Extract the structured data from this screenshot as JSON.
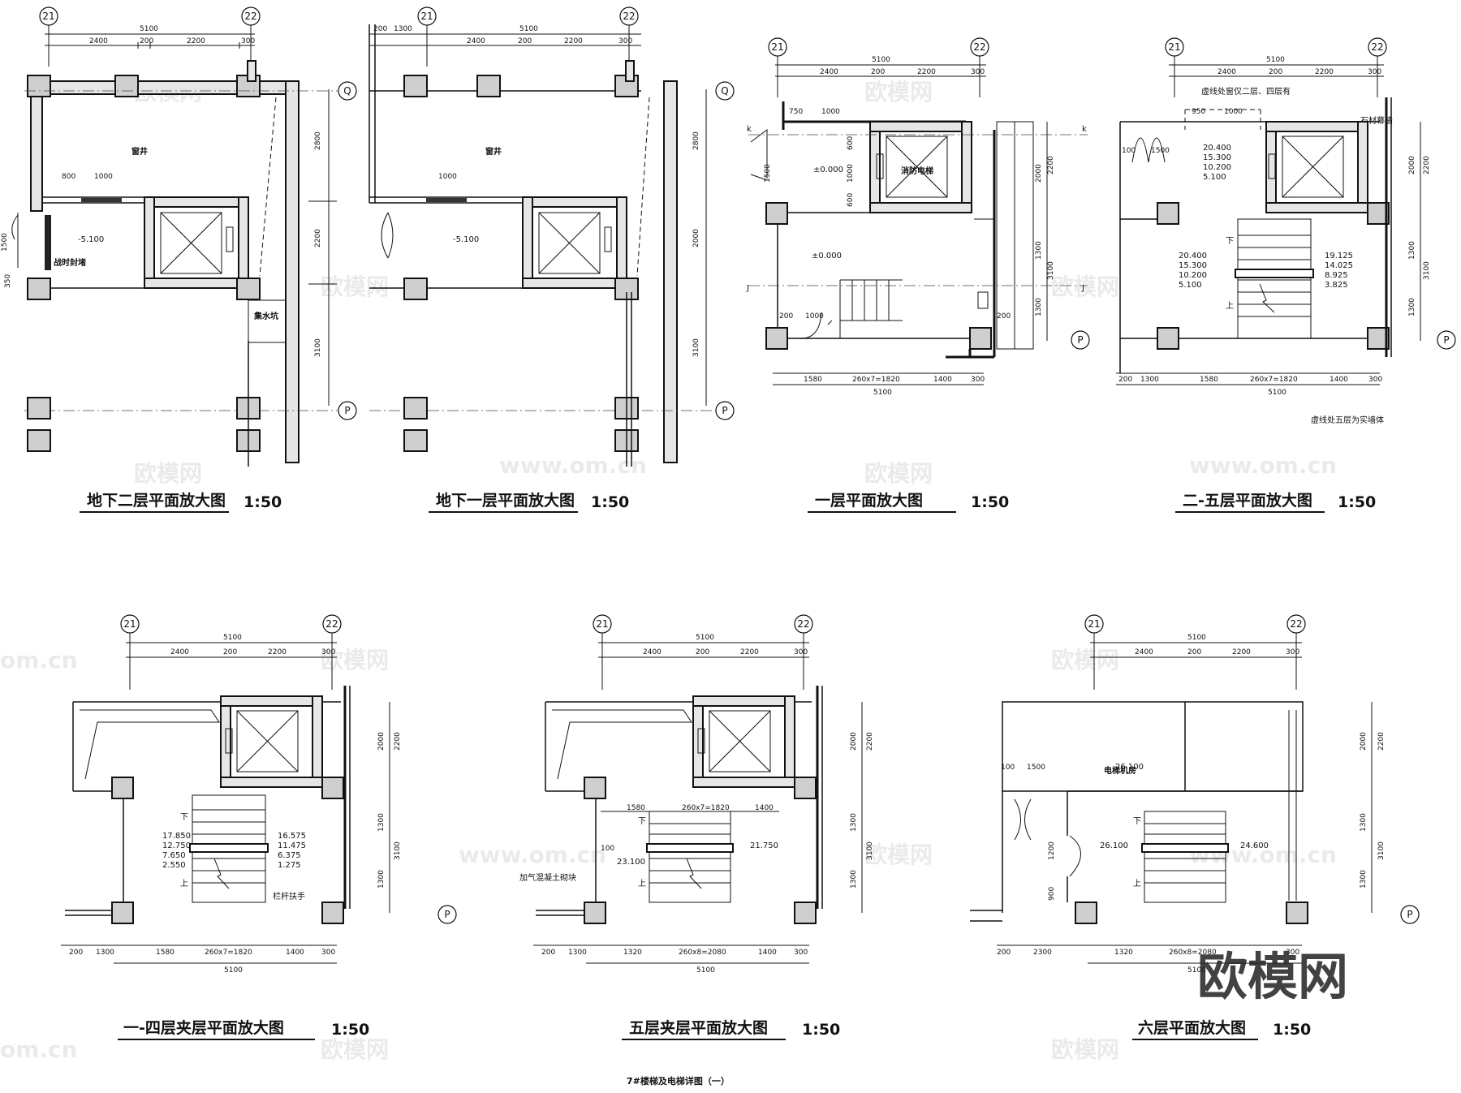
{
  "axis_labels": {
    "a21": "21",
    "a22": "22",
    "aQ": "Q",
    "aP": "P",
    "aK": "k",
    "aJ": "J"
  },
  "dims": {
    "d5100": "5100",
    "d2400": "2400",
    "d200": "200",
    "d2200": "2200",
    "d300": "300",
    "d1300": "1300",
    "d800": "800",
    "d1000": "1000",
    "d1500": "1500",
    "d2800": "2800",
    "d2000": "2000",
    "d100": "100",
    "d3100": "3100",
    "d600": "600",
    "d350": "350",
    "d1580": "1580",
    "d1400": "1400",
    "d1320": "1320",
    "d2300": "2300",
    "d750": "750",
    "d950": "950",
    "d900": "900",
    "d1200": "1200",
    "run7": "260x7=1820",
    "run8": "260x8=2080"
  },
  "levels": {
    "m5100": "-5.100",
    "pm0": "±0.000",
    "l2": [
      "20.400",
      "15.300",
      "10.200",
      "5.100"
    ],
    "r2": [
      "19.125",
      "14.025",
      "8.925",
      "3.825"
    ],
    "l3": [
      "17.850",
      "12.750",
      "7.650",
      "2.550"
    ],
    "r3": [
      "16.575",
      "11.475",
      "6.375",
      "1.275"
    ],
    "p5a": "23.100",
    "p5b": "21.750",
    "p6a": "26.100",
    "p6b": "24.600"
  },
  "rooms": {
    "well": "窗井",
    "fire_elevator": "消防电梯",
    "sump": "集水坑",
    "wartime": "战时封堵",
    "machine_room": "电梯机房",
    "note_window": "虚线处窗仅二层、四层有",
    "stone_wall": "石材幕墙",
    "note_solid": "虚线处五层为实墙体",
    "railing": "栏杆扶手",
    "aerated": "加气混凝土砌块",
    "down": "下",
    "up": "上"
  },
  "plans": [
    {
      "title": "地下二层平面放大图",
      "scale": "1:50"
    },
    {
      "title": "地下一层平面放大图",
      "scale": "1:50"
    },
    {
      "title": "一层平面放大图",
      "scale": "1:50"
    },
    {
      "title": "二-五层平面放大图",
      "scale": "1:50"
    },
    {
      "title": "一-四层夹层平面放大图",
      "scale": "1:50"
    },
    {
      "title": "五层夹层平面放大图",
      "scale": "1:50"
    },
    {
      "title": "六层平面放大图",
      "scale": "1:50"
    }
  ],
  "sheet_title": "7#楼梯及电梯详图（一）",
  "watermarks": {
    "brand": "欧模网",
    "site": "www.om.cn",
    "site_short": "om.cn"
  }
}
